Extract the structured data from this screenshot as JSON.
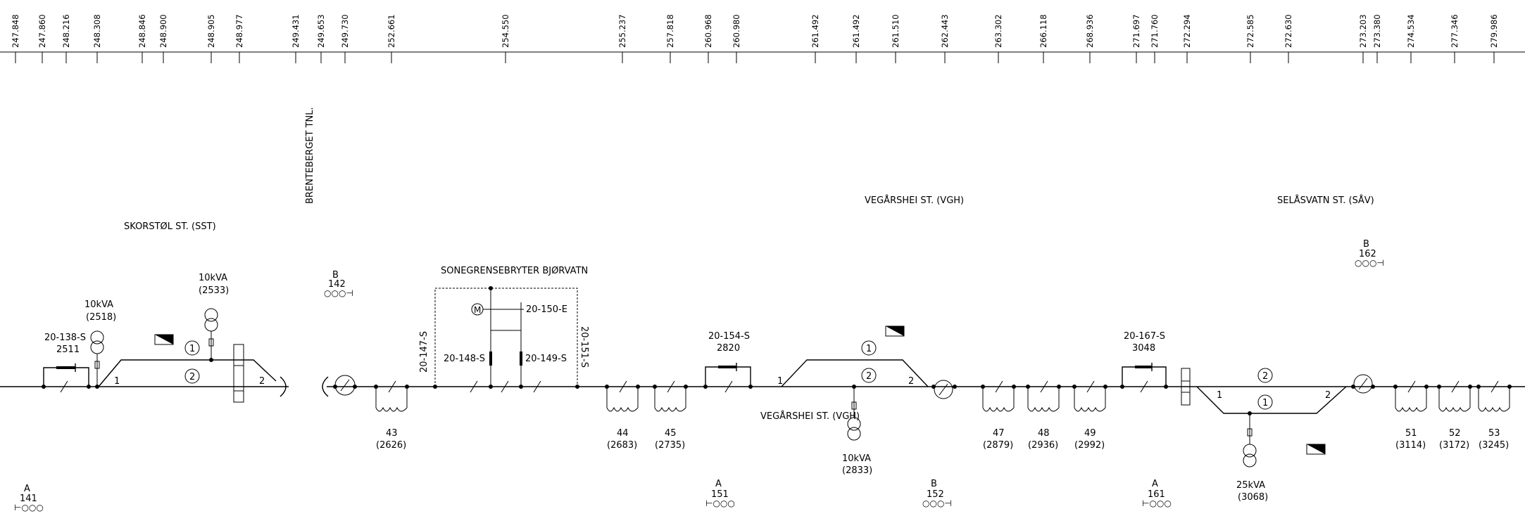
{
  "kilometer_marks": [
    "247.848",
    "247.860",
    "248.216",
    "248.308",
    "248.846",
    "248.900",
    "248.905",
    "248.977",
    "249.431",
    "249.653",
    "249.730",
    "252.661",
    "254.550",
    "255.237",
    "257.818",
    "260.968",
    "260.980",
    "261.492",
    "261.492",
    "261.510",
    "262.443",
    "263.302",
    "266.118",
    "268.936",
    "271.697",
    "271.760",
    "272.294",
    "272.585",
    "272.630",
    "273.203",
    "273.380",
    "274.534",
    "277.346",
    "279.986"
  ],
  "stations": {
    "skorstol": "SKORSTØL ST. (SST)",
    "brenteberget": "BRENTEBERGET TNL.",
    "vegarshei_top": "VEGÅRSHEI ST. (VGH)",
    "vegarshei_bottom": "VEGÅRSHEI ST. (VGH)",
    "selasvatn": "SELÅSVATN ST. (SÅV)",
    "sonegrensebryter": "SONEGRENSEBRYTER BJØRVATN"
  },
  "switches": {
    "s138": "20-138-S",
    "s138_num": "2511",
    "s147": "20-147-S",
    "s148": "20-148-S",
    "e150": "20-150-E",
    "s149": "20-149-S",
    "s151": "20-151-S",
    "s154": "20-154-S",
    "s154_num": "2820",
    "s167": "20-167-S",
    "s167_num": "3048",
    "motor": "M"
  },
  "transformers": {
    "t1_kva": "10kVA",
    "t1_num": "(2518)",
    "t2_kva": "10kVA",
    "t2_num": "(2533)",
    "t3_kva": "10kVA",
    "t3_num": "(2833)",
    "t4_kva": "25kVA",
    "t4_num": "(3068)"
  },
  "sections": [
    {
      "num": "43",
      "code": "(2626)"
    },
    {
      "num": "44",
      "code": "(2683)"
    },
    {
      "num": "45",
      "code": "(2735)"
    },
    {
      "num": "47",
      "code": "(2879)"
    },
    {
      "num": "48",
      "code": "(2936)"
    },
    {
      "num": "49",
      "code": "(2992)"
    },
    {
      "num": "51",
      "code": "(3114)"
    },
    {
      "num": "52",
      "code": "(3172)"
    },
    {
      "num": "53",
      "code": "(3245)"
    }
  ],
  "markers": {
    "a141_letter": "A",
    "a141_num": "141",
    "b142_letter": "B",
    "b142_num": "142",
    "a151_letter": "A",
    "a151_num": "151",
    "b152_letter": "B",
    "b152_num": "152",
    "a161_letter": "A",
    "a161_num": "161",
    "b162_letter": "B",
    "b162_num": "162"
  },
  "track_numbers": {
    "sst_t1": "1",
    "sst_t2": "2",
    "sst_end1": "1",
    "sst_end2": "2",
    "vgh_t1": "1",
    "vgh_t2": "2",
    "vgh_end1": "1",
    "vgh_end2": "2",
    "sav_t1": "1",
    "sav_t2": "2",
    "sav_end1": "1",
    "sav_end2": "2"
  }
}
